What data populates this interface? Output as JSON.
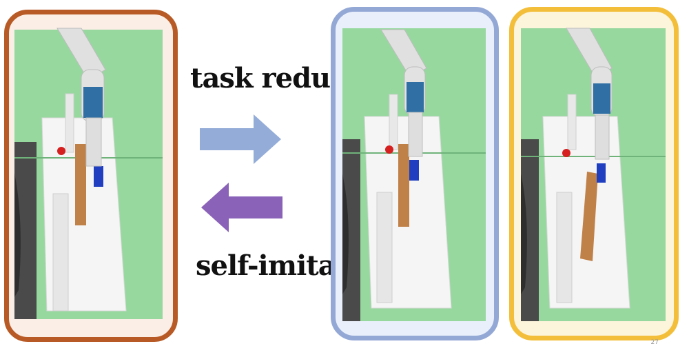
{
  "labels": {
    "top": "task reduction",
    "bottom": "self-imitation"
  },
  "page_number": "27",
  "colors": {
    "left_frame": "#b85a25",
    "middle_frame": "#94a8d6",
    "right_frame": "#f3bf3a",
    "arrow_right": "#93acd8",
    "arrow_left": "#8a62b8",
    "background_green": "#97d89f",
    "floor_dark": "#4a4a4a",
    "table_white": "#f5f5f5",
    "robot_blue": "#2f6fa3",
    "plank_brown": "#c08148",
    "cube_blue": "#1f3fc0",
    "sphere_red": "#d61f1f"
  },
  "panels": [
    {
      "name": "left",
      "description_icon": "robot-arm-scene"
    },
    {
      "name": "middle",
      "description_icon": "robot-arm-scene"
    },
    {
      "name": "right",
      "description_icon": "robot-arm-scene"
    }
  ]
}
